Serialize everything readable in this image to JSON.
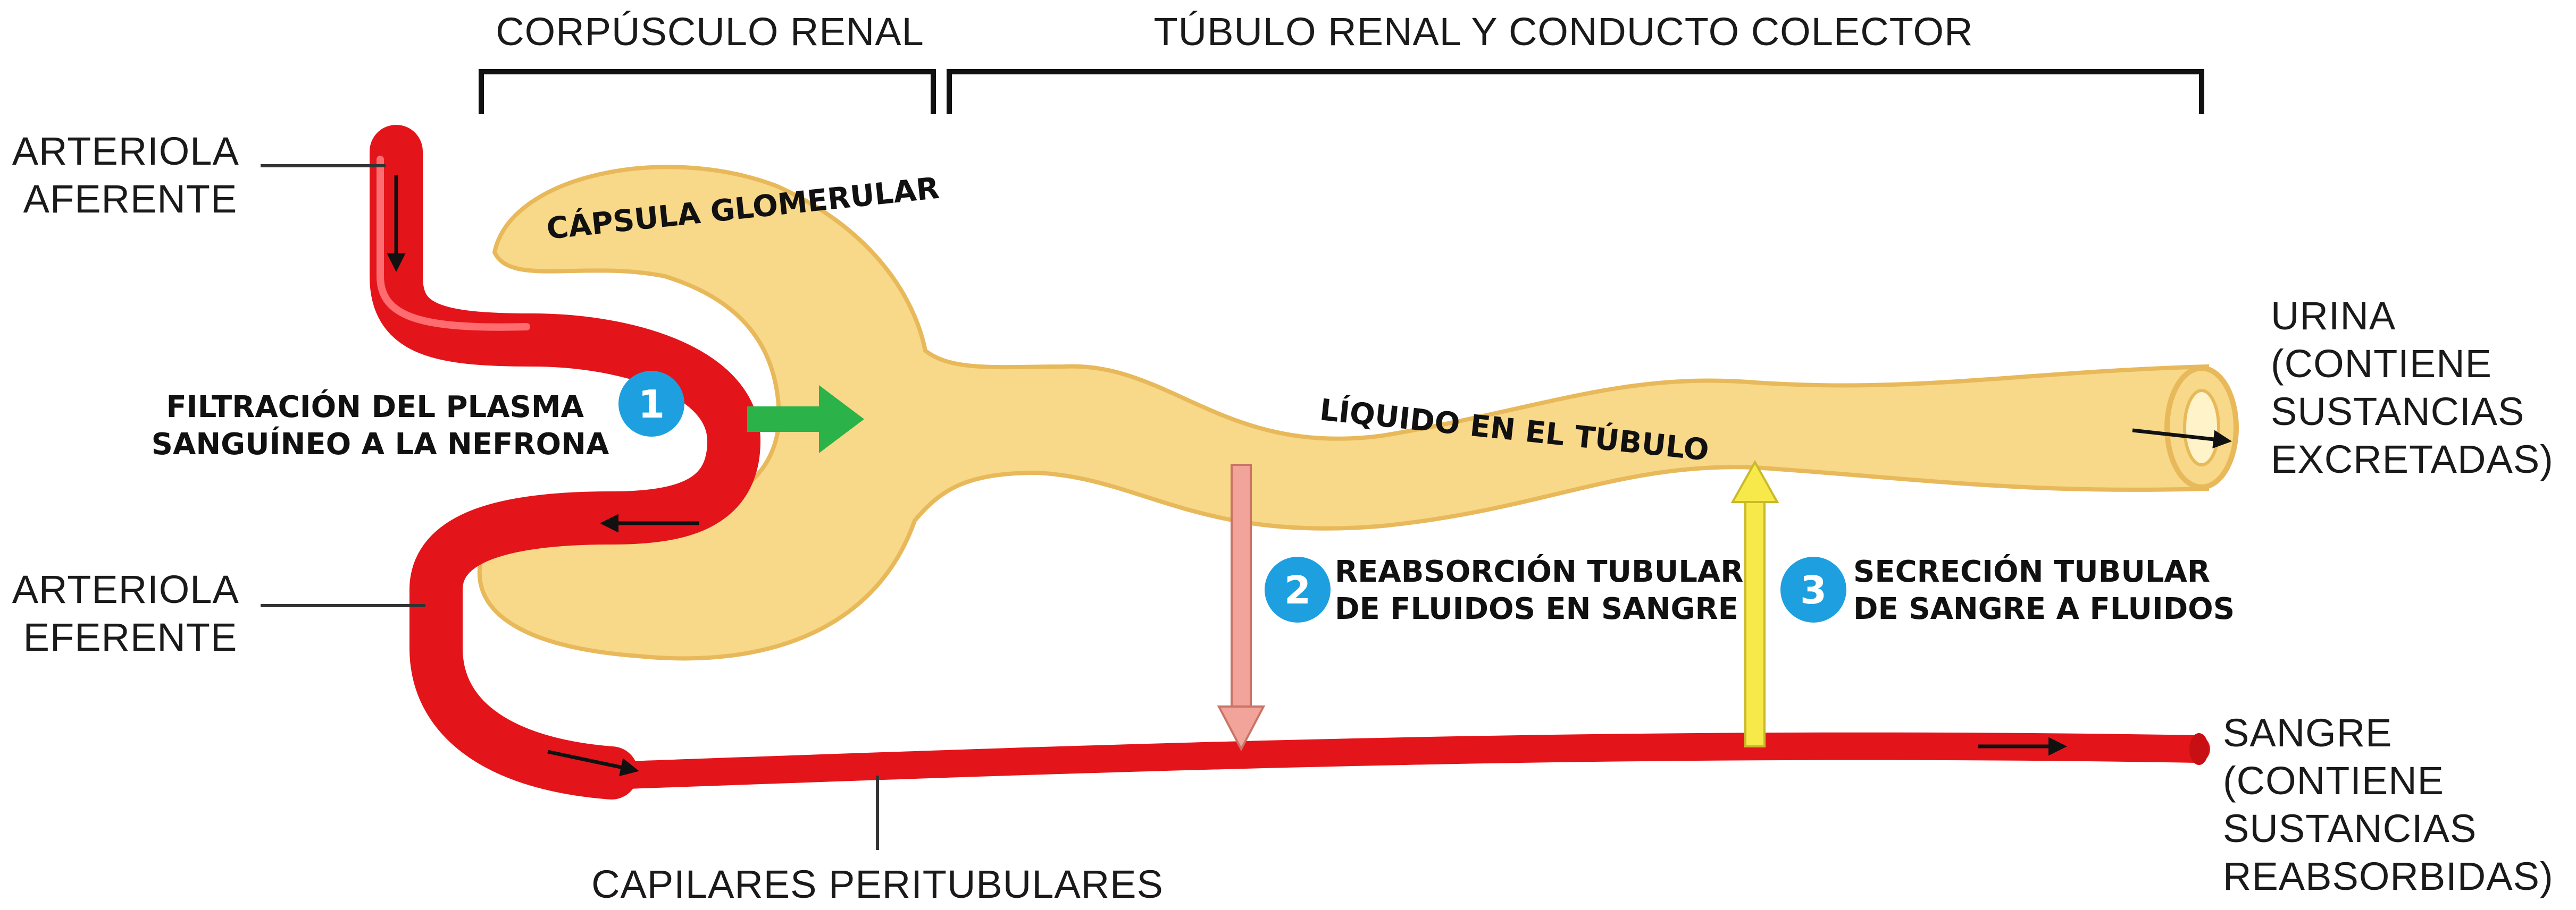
{
  "headers": {
    "corpuscle": "CORPÚSCULO RENAL",
    "tubule": "TÚBULO RENAL Y CONDUCTO COLECTOR"
  },
  "labels": {
    "afferent": [
      "ARTERIOLA",
      "AFERENTE"
    ],
    "efferent": [
      "ARTERIOLA",
      "EFERENTE"
    ],
    "urine": [
      "URINA",
      "(CONTIENE",
      "SUSTANCIAS",
      "EXCRETADAS)"
    ],
    "blood": [
      "SANGRE",
      "(CONTIENE",
      "SUSTANCIAS",
      "REABSORBIDAS)"
    ],
    "capillaries": "CAPILARES PERITUBULARES",
    "capsule": "CÁPSULA GLOMERULAR",
    "tubule_fluid": "LÍQUIDO EN EL TÚBULO"
  },
  "steps": [
    {
      "number": "1",
      "lines": [
        "FILTRACIÓN DEL PLASMA",
        "SANGUÍNEO A LA NEFRONA"
      ]
    },
    {
      "number": "2",
      "lines": [
        "REABSORCIÓN TUBULAR",
        "DE FLUIDOS EN SANGRE"
      ]
    },
    {
      "number": "3",
      "lines": [
        "SECRECIÓN TUBULAR",
        "DE SANGRE A FLUIDOS"
      ]
    }
  ],
  "colors": {
    "vessel": "#e3151b",
    "nephron": "#f8d889",
    "nephron_edge": "#e8b95a",
    "badge": "#1ea0e0",
    "filtration_arrow": "#2bb34a",
    "reabsorption_arrow": "#f2a49a",
    "secretion_arrow": "#f7e94a"
  }
}
